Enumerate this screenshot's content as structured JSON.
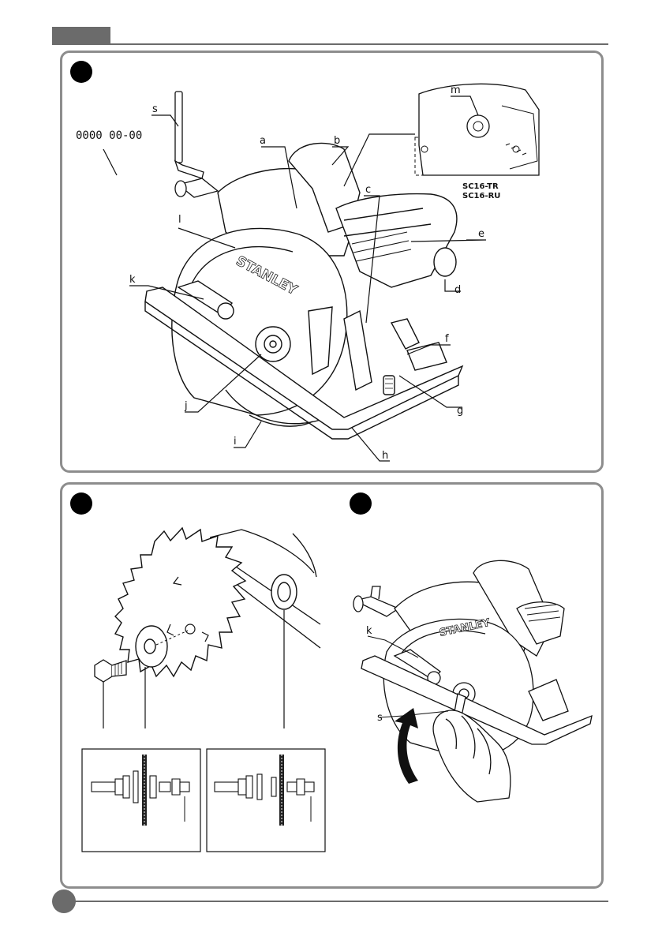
{
  "figure1": {
    "serial": "0000 00-00",
    "brand": "STANLEY",
    "models": [
      "SC16-TR",
      "SC16-RU"
    ],
    "labels": [
      "a",
      "b",
      "c",
      "d",
      "e",
      "f",
      "g",
      "h",
      "i",
      "j",
      "k",
      "l",
      "m",
      "s"
    ]
  },
  "figure3": {
    "brand": "STANLEY",
    "labels": [
      "k",
      "s"
    ]
  },
  "colors": {
    "panel_border": "#8d8d8d",
    "header_bar": "#6b6b6b"
  }
}
